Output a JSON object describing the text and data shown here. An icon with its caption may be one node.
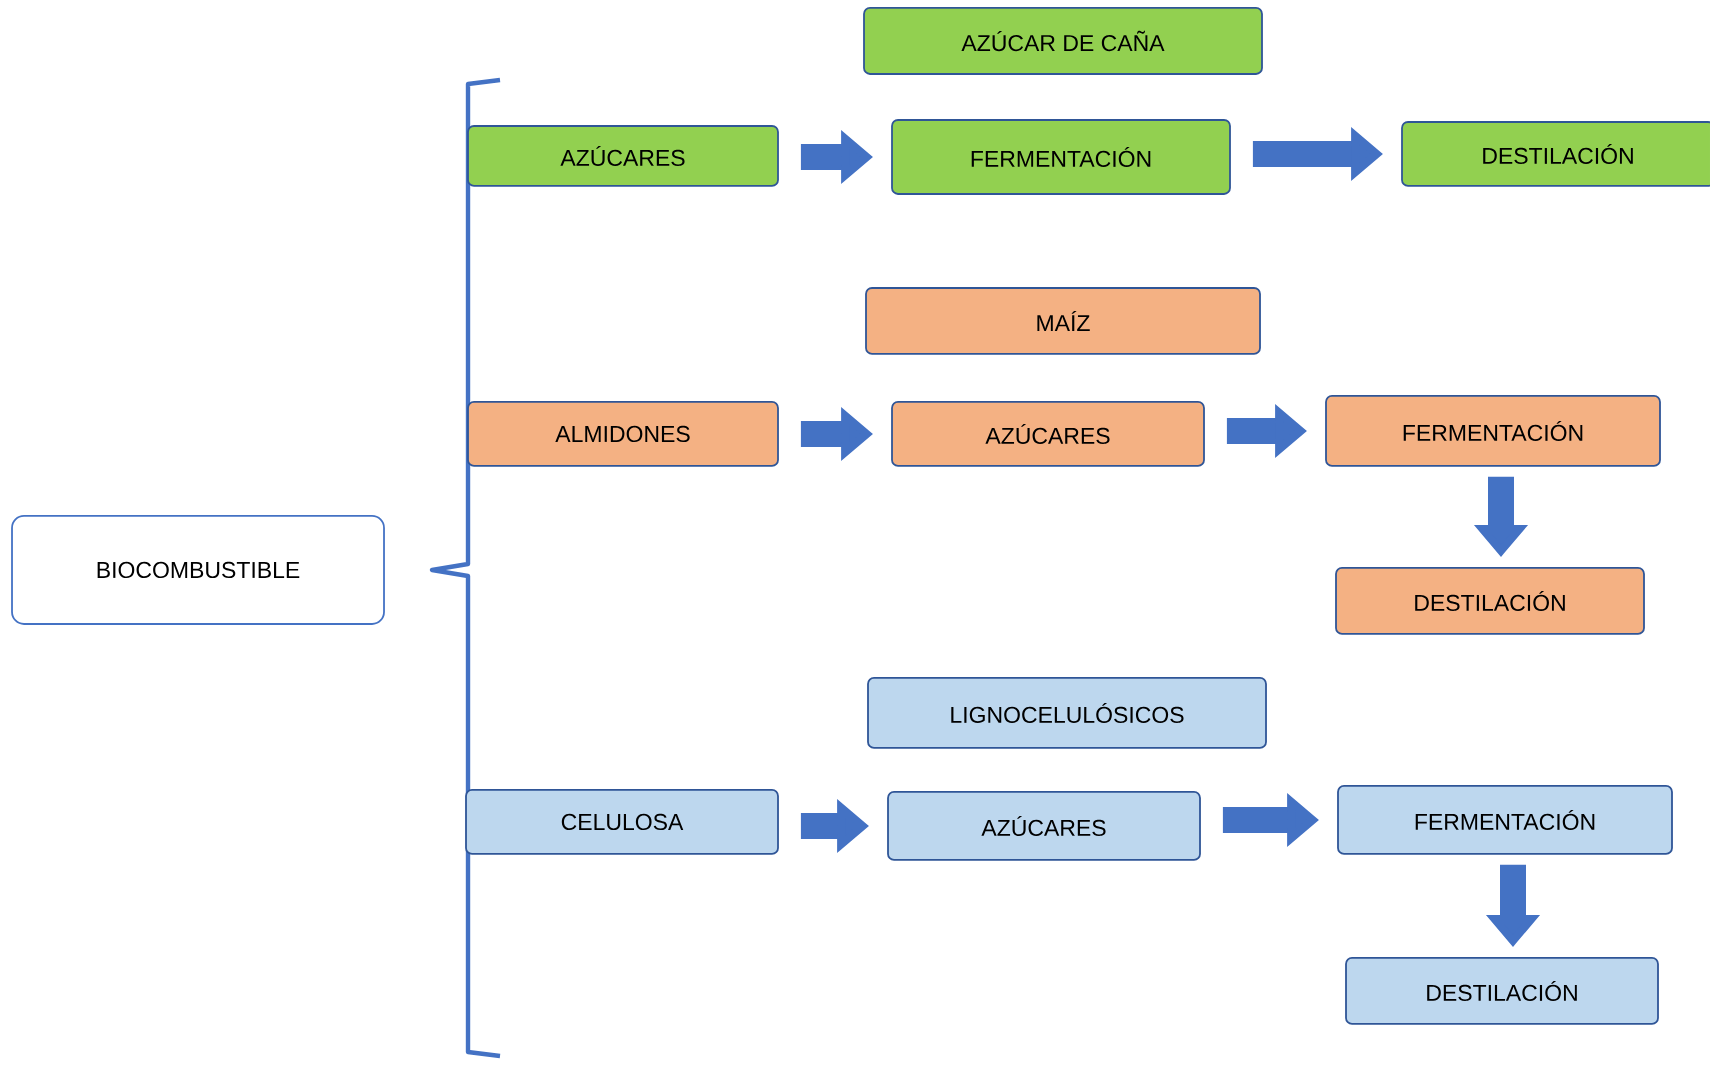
{
  "diagram": {
    "nodes": [
      {
        "text": [
          "BIOCOMBUSTIBLE"
        ]
      },
      {
        "text": [
          "AZÚCAR DE CAÑA"
        ]
      },
      {
        "text": [
          "AZÚCARES"
        ]
      },
      {
        "text": [
          "FERMENTACIÓN"
        ]
      },
      {
        "text": [
          "DESTILACIÓN"
        ]
      },
      {
        "text": [
          "MAÍZ"
        ]
      },
      {
        "text": [
          "ALMIDONES"
        ]
      },
      {
        "text": [
          "AZÚCARES"
        ]
      },
      {
        "text": [
          "FERMENTACIÓN"
        ]
      },
      {
        "text": [
          "DESTILACIÓN"
        ]
      },
      {
        "text": [
          "LIGNOCELULÓSICOS"
        ]
      },
      {
        "text": [
          "CELULOSA"
        ]
      },
      {
        "text": [
          "AZÚCARES"
        ]
      },
      {
        "text": [
          "FERMENTACIÓN"
        ]
      },
      {
        "text": [
          "DESTILACIÓN"
        ]
      }
    ],
    "edges": [
      {
        "from": 2,
        "to": 3,
        "arrow": "to"
      },
      {
        "from": 3,
        "to": 4,
        "arrow": "to"
      },
      {
        "from": 6,
        "to": 7,
        "arrow": "to"
      },
      {
        "from": 7,
        "to": 8,
        "arrow": "to"
      },
      {
        "from": 8,
        "to": 9,
        "arrow": "to"
      },
      {
        "from": 11,
        "to": 12,
        "arrow": "to"
      },
      {
        "from": 12,
        "to": 13,
        "arrow": "to"
      },
      {
        "from": 13,
        "to": 14,
        "arrow": "to"
      }
    ]
  }
}
